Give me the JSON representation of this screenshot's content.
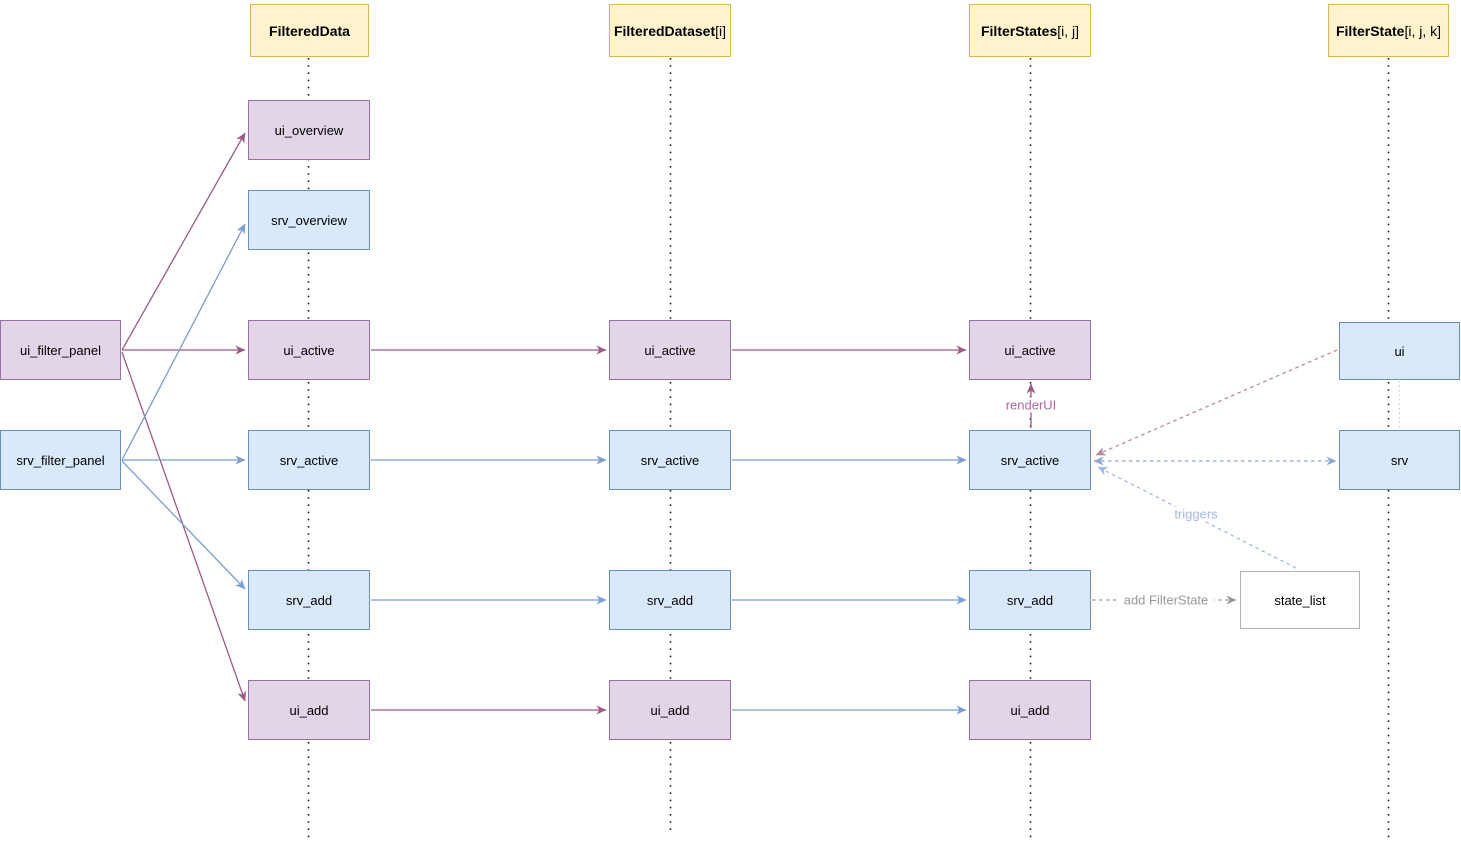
{
  "columns": [
    {
      "header": {
        "bold": "FilteredData",
        "rest": ""
      }
    },
    {
      "header": {
        "bold": "FilteredDataset",
        "rest": "[i]"
      }
    },
    {
      "header": {
        "bold": "FilterStates",
        "rest": "[i, j]"
      }
    },
    {
      "header": {
        "bold": "FilterState",
        "rest": "[i, j, k]"
      }
    }
  ],
  "actors": [
    {
      "label": "ui_filter_panel",
      "kind": "ui"
    },
    {
      "label": "srv_filter_panel",
      "kind": "srv"
    }
  ],
  "nodes": {
    "col1": [
      {
        "label": "ui_overview",
        "kind": "ui"
      },
      {
        "label": "srv_overview",
        "kind": "srv"
      },
      {
        "label": "ui_active",
        "kind": "ui"
      },
      {
        "label": "srv_active",
        "kind": "srv"
      },
      {
        "label": "srv_add",
        "kind": "srv"
      },
      {
        "label": "ui_add",
        "kind": "ui"
      }
    ],
    "col2": [
      {
        "label": "ui_active",
        "kind": "ui"
      },
      {
        "label": "srv_active",
        "kind": "srv"
      },
      {
        "label": "srv_add",
        "kind": "srv"
      },
      {
        "label": "ui_add",
        "kind": "ui"
      }
    ],
    "col3": [
      {
        "label": "ui_active",
        "kind": "ui"
      },
      {
        "label": "srv_active",
        "kind": "srv"
      },
      {
        "label": "srv_add",
        "kind": "srv"
      },
      {
        "label": "ui_add",
        "kind": "ui"
      }
    ],
    "col4": [
      {
        "label": "ui",
        "kind": "srv"
      },
      {
        "label": "srv",
        "kind": "srv"
      }
    ],
    "state_list": {
      "label": "state_list",
      "kind": "plain"
    }
  },
  "edge_labels": {
    "render_ui": "renderUI",
    "triggers": "triggers",
    "add_filter_state": "add FilterState"
  },
  "edges": [
    {
      "from": "ui_filter_panel",
      "to": "FilteredData.ui_overview",
      "style": "solid",
      "color": "purple"
    },
    {
      "from": "ui_filter_panel",
      "to": "FilteredData.ui_active",
      "style": "solid",
      "color": "purple"
    },
    {
      "from": "ui_filter_panel",
      "to": "FilteredData.ui_add",
      "style": "solid",
      "color": "purple"
    },
    {
      "from": "srv_filter_panel",
      "to": "FilteredData.srv_overview",
      "style": "solid",
      "color": "blue"
    },
    {
      "from": "srv_filter_panel",
      "to": "FilteredData.srv_active",
      "style": "solid",
      "color": "blue"
    },
    {
      "from": "srv_filter_panel",
      "to": "FilteredData.srv_add",
      "style": "solid",
      "color": "blue"
    },
    {
      "from": "FilteredData.ui_active",
      "to": "FilteredDataset.ui_active",
      "style": "solid",
      "color": "purple"
    },
    {
      "from": "FilteredDataset.ui_active",
      "to": "FilterStates.ui_active",
      "style": "solid",
      "color": "purple"
    },
    {
      "from": "FilteredData.srv_active",
      "to": "FilteredDataset.srv_active",
      "style": "solid",
      "color": "blue"
    },
    {
      "from": "FilteredDataset.srv_active",
      "to": "FilterStates.srv_active",
      "style": "solid",
      "color": "blue"
    },
    {
      "from": "FilteredData.srv_add",
      "to": "FilteredDataset.srv_add",
      "style": "solid",
      "color": "blue"
    },
    {
      "from": "FilteredDataset.srv_add",
      "to": "FilterStates.srv_add",
      "style": "solid",
      "color": "blue"
    },
    {
      "from": "FilteredData.ui_add",
      "to": "FilteredDataset.ui_add",
      "style": "solid",
      "color": "purple"
    },
    {
      "from": "FilteredDataset.ui_add",
      "to": "FilterStates.ui_add",
      "style": "solid",
      "color": "blue"
    },
    {
      "from": "FilterStates.srv_active",
      "to": "FilterStates.ui_active",
      "style": "solid",
      "color": "purple",
      "label": "renderUI"
    },
    {
      "from": "FilterState.ui",
      "to": "FilterStates.srv_active",
      "style": "dashed",
      "color": "purple"
    },
    {
      "from": "FilterStates.srv_active",
      "to": "FilterState.srv",
      "style": "dashed",
      "color": "blue",
      "bidirectional": true
    },
    {
      "from": "state_list",
      "to": "FilterStates.srv_active",
      "style": "dashed",
      "color": "light-blue",
      "label": "triggers"
    },
    {
      "from": "FilterStates.srv_add",
      "to": "state_list",
      "style": "dashed",
      "color": "gray",
      "label": "add FilterState"
    },
    {
      "from": "FilterState.ui",
      "to": "FilterState.srv",
      "style": "dotted",
      "color": "light-gray"
    }
  ],
  "colors": {
    "text": "#000000",
    "header_fill": "#fff2cc",
    "header_stroke": "#d6b656",
    "ui_fill": "#e1d5e7",
    "ui_stroke": "#9673a6",
    "srv_fill": "#dae8fc",
    "srv_stroke": "#6c8ebf",
    "plain_fill": "#ffffff",
    "plain_stroke": "#b3b3b3",
    "purple_line": "#9c5b84",
    "purple_dash": "#b688a4",
    "blue_line": "#7b9cd6",
    "blue_dash": "#8fa8dc",
    "light_blue": "#a3b9e8",
    "gray_line": "#999999",
    "label_purple": "#b2679c",
    "lifeline": "#1a1a1a",
    "fine_dot": "#c9c9c9"
  }
}
